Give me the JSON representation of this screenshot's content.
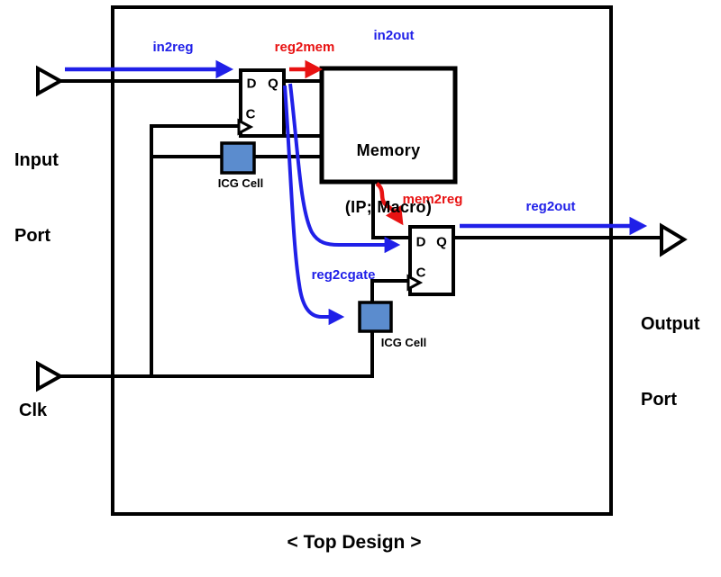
{
  "caption": "< Top Design >",
  "ports": {
    "input": {
      "line1": "Input",
      "line2": "Port"
    },
    "output": {
      "line1": "Output",
      "line2": "Port"
    },
    "clock": {
      "label": "Clk"
    }
  },
  "blocks": {
    "memory": {
      "line1": "Memory",
      "line2": "(IP; Macro)"
    },
    "ff1": {
      "d": "D",
      "q": "Q",
      "c": "C"
    },
    "ff2": {
      "d": "D",
      "q": "Q",
      "c": "C"
    },
    "icg1": {
      "label": "ICG Cell"
    },
    "icg2": {
      "label": "ICG Cell"
    }
  },
  "paths": {
    "in2reg": {
      "label": "in2reg",
      "color": "#2020e8"
    },
    "reg2mem": {
      "label": "reg2mem",
      "color": "#e81212"
    },
    "in2out": {
      "label": "in2out",
      "color": "#2020e8"
    },
    "mem2reg": {
      "label": "mem2reg",
      "color": "#e81212"
    },
    "reg2out": {
      "label": "reg2out",
      "color": "#2020e8"
    },
    "reg2cgate": {
      "label": "reg2cgate",
      "color": "#2020e8"
    }
  },
  "colors": {
    "wire": "#000000",
    "icg_fill": "#5b8cce",
    "blue": "#2020e8",
    "red": "#e81212"
  }
}
